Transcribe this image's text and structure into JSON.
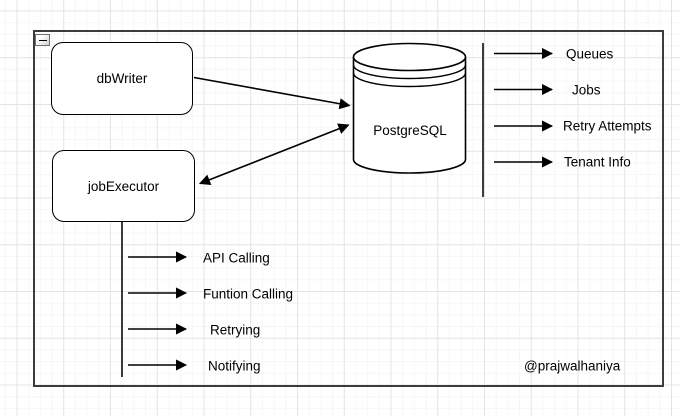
{
  "nodes": {
    "dbwriter": {
      "label": "dbWriter"
    },
    "jobexecutor": {
      "label": "jobExecutor"
    },
    "postgresql": {
      "label": "PostgreSQL"
    }
  },
  "postgres_outputs": {
    "items": [
      {
        "label": "Queues"
      },
      {
        "label": "Jobs"
      },
      {
        "label": "Retry Attempts"
      },
      {
        "label": "Tenant Info"
      }
    ]
  },
  "jobexecutor_outputs": {
    "items": [
      {
        "label": "API Calling"
      },
      {
        "label": "Funtion Calling"
      },
      {
        "label": "Retrying"
      },
      {
        "label": "Notifying"
      }
    ]
  },
  "frame": {
    "collapse_icon": "minus-icon"
  },
  "watermark": "@prajwalhaniya",
  "colors": {
    "stroke": "#000000",
    "frame_stroke": "#3c3c3c",
    "node_fill": "#ffffff",
    "background": "#ffffff",
    "grid_minor": "#f6f6f6",
    "grid_major": "#e4e4e4"
  }
}
